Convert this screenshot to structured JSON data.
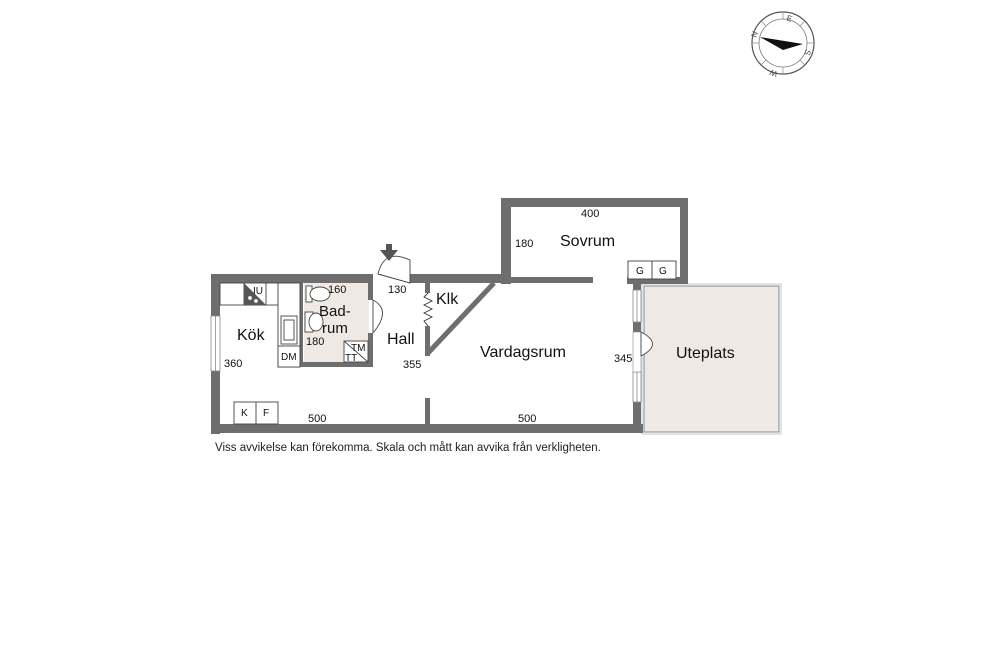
{
  "compass": {
    "letters": [
      "N",
      "E",
      "S",
      "W"
    ]
  },
  "rooms": {
    "sovrum": "Sovrum",
    "kok": "Kök",
    "bad_line1": "Bad-",
    "bad_line2": "rum",
    "hall": "Hall",
    "klk": "Klk",
    "vardagsrum": "Vardagsrum",
    "uteplats": "Uteplats"
  },
  "dimensions": {
    "sovrum_width": "400",
    "sovrum_depth": "180",
    "bad_width": "160",
    "bad_depth": "180",
    "hall_width": "130",
    "kitchen_depth": "360",
    "hall_depth": "355",
    "vardagsrum_depth": "345",
    "bottom_left": "500",
    "bottom_right": "500"
  },
  "appliances": {
    "iu": "IU",
    "dm": "DM",
    "k": "K",
    "f": "F",
    "g1": "G",
    "g2": "G",
    "tm": "TM",
    "tt": "TT"
  },
  "disclaimer": "Viss avvikelse kan förekomma. Skala och mått kan avvika från verkligheten."
}
